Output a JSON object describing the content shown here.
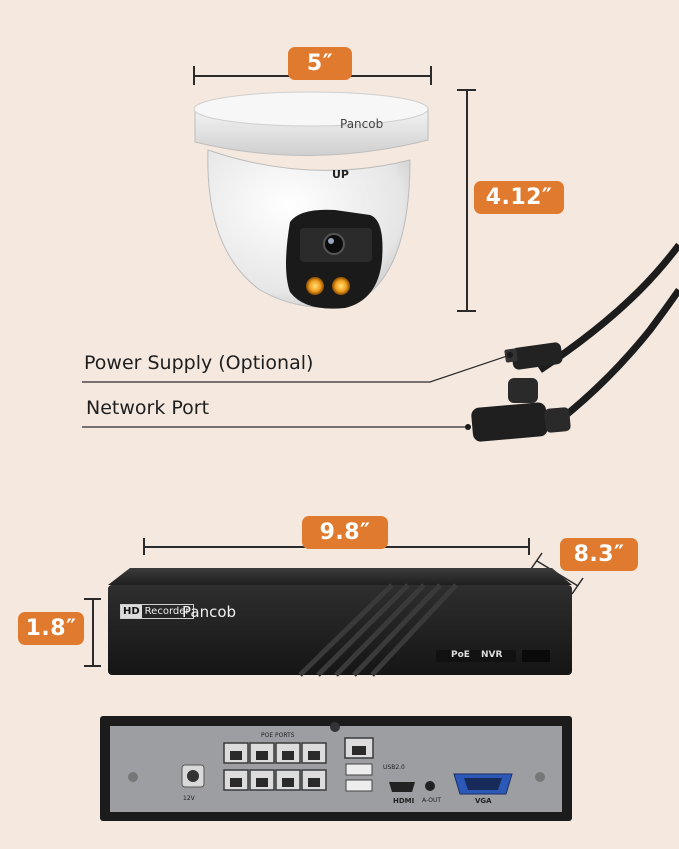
{
  "dimensions": {
    "camera_width": "5″",
    "camera_height": "4.12″",
    "nvr_width": "9.8″",
    "nvr_depth": "8.3″",
    "nvr_height": "1.8″"
  },
  "callouts": {
    "power_supply": "Power Supply (Optional)",
    "network_port": "Network Port"
  },
  "camera": {
    "brand": "Pancob",
    "up_mark": "UP"
  },
  "nvr_front": {
    "hd_tag": "HD",
    "recorder_tag": "Recorder",
    "brand": "Pancob",
    "poe_label": "PoE",
    "nvr_label": "NVR"
  },
  "nvr_back": {
    "poe_ports_label": "POE PORTS",
    "usb_label": "USB2.0",
    "hdmi_label": "HDMI",
    "aout_label": "A-OUT",
    "vga_label": "VGA",
    "power_label": "12V"
  },
  "colors": {
    "background": "#f4e8df",
    "accent": "#e07a2e"
  }
}
